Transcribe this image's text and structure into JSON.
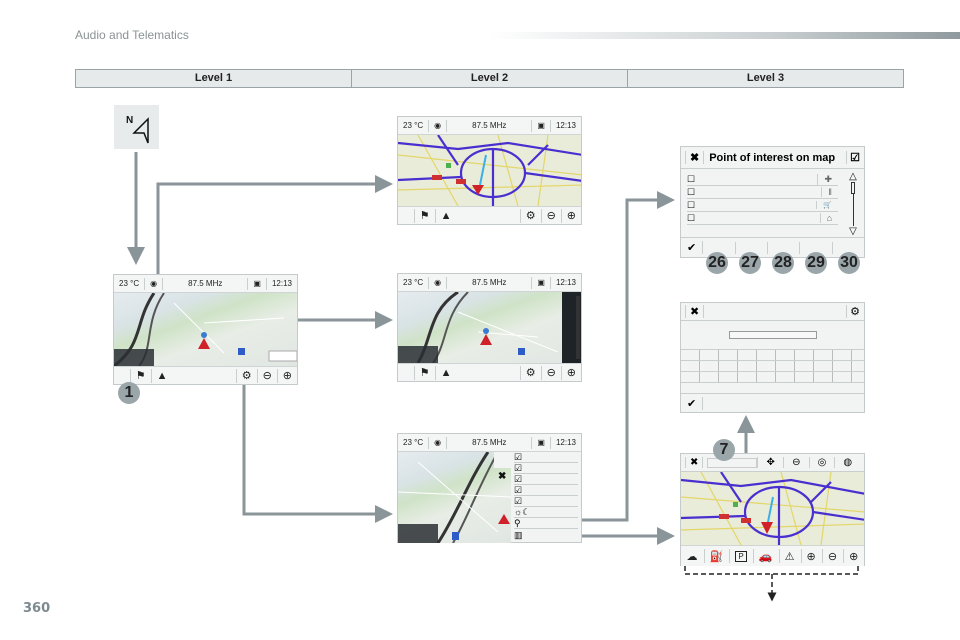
{
  "page": {
    "section_title": "Audio and Telematics",
    "page_number": "360"
  },
  "levels": [
    "Level 1",
    "Level 2",
    "Level 3"
  ],
  "status_bar": {
    "temperature": "23 °C",
    "radio_icon": "radio-signal-icon",
    "frequency": "87.5 MHz",
    "media_icon": "media-source-icon",
    "time": "12:13"
  },
  "compass": {
    "label": "N",
    "icon": "north-arrow-icon"
  },
  "callouts": {
    "level1": "1",
    "keyboard": "7",
    "poi": [
      "26",
      "27",
      "28",
      "29",
      "30"
    ]
  },
  "map_toolbar": {
    "icons": [
      "destination-flag-icon",
      "north-orientation-icon",
      "map-settings-icon",
      "zoom-out-icon",
      "zoom-in-icon"
    ]
  },
  "map_menu": {
    "close_icon": "close-icon",
    "items": [
      {
        "icon": "checkbox-checked-icon"
      },
      {
        "icon": "checkbox-checked-icon"
      },
      {
        "icon": "checkbox-checked-icon"
      },
      {
        "icon": "checkbox-checked-icon"
      },
      {
        "icon": "checkbox-checked-icon"
      },
      {
        "icon": "day-night-icon"
      },
      {
        "icon": "poi-categories-icon"
      },
      {
        "icon": "map-view-icon"
      }
    ]
  },
  "poi_panel": {
    "title": "Point of interest on map",
    "close_icon": "close-icon",
    "select_all_icon": "select-list-icon",
    "rows": [
      {
        "icon": "medical-cross-icon",
        "glyph": "✚"
      },
      {
        "icon": "restaurant-icon",
        "glyph": "ǁ"
      },
      {
        "icon": "shopping-cart-icon",
        "glyph": "🛒"
      },
      {
        "icon": "hotel-icon",
        "glyph": "⌂"
      }
    ],
    "confirm_icon": "check-icon"
  },
  "keyboard_panel": {
    "close_icon": "close-icon",
    "settings_icon": "map-settings-icon",
    "confirm_icon": "check-icon"
  },
  "map_browse": {
    "top_icons": [
      "close-icon",
      "search-field",
      "move-map-icon",
      "minus-circle-icon",
      "navigate-circle-icon",
      "options-circle-icon"
    ],
    "bottom_icons": [
      {
        "name": "weather-icon",
        "glyph": "☁"
      },
      {
        "name": "fuel-icon",
        "glyph": "⛽"
      },
      {
        "name": "parking-icon",
        "glyph": "P"
      },
      {
        "name": "garage-icon",
        "glyph": "🚗"
      },
      {
        "name": "warning-icon",
        "glyph": "⚠"
      },
      {
        "name": "add-circle-icon",
        "glyph": "⊕"
      },
      {
        "name": "zoom-out-icon",
        "glyph": "⊖"
      },
      {
        "name": "zoom-in-icon",
        "glyph": "⊕"
      }
    ]
  },
  "glyphs": {
    "flag": "⚑",
    "north": "▲",
    "settings": "⚙",
    "zoom_out": "⊖",
    "zoom_in": "⊕",
    "close": "✖",
    "check": "✔",
    "checkbox": "☐",
    "checked": "☑",
    "daynight": "☼☾",
    "poi": "⚲",
    "mapview": "▥",
    "up": "△",
    "down": "▽",
    "radio": "◉",
    "media": "▣"
  }
}
